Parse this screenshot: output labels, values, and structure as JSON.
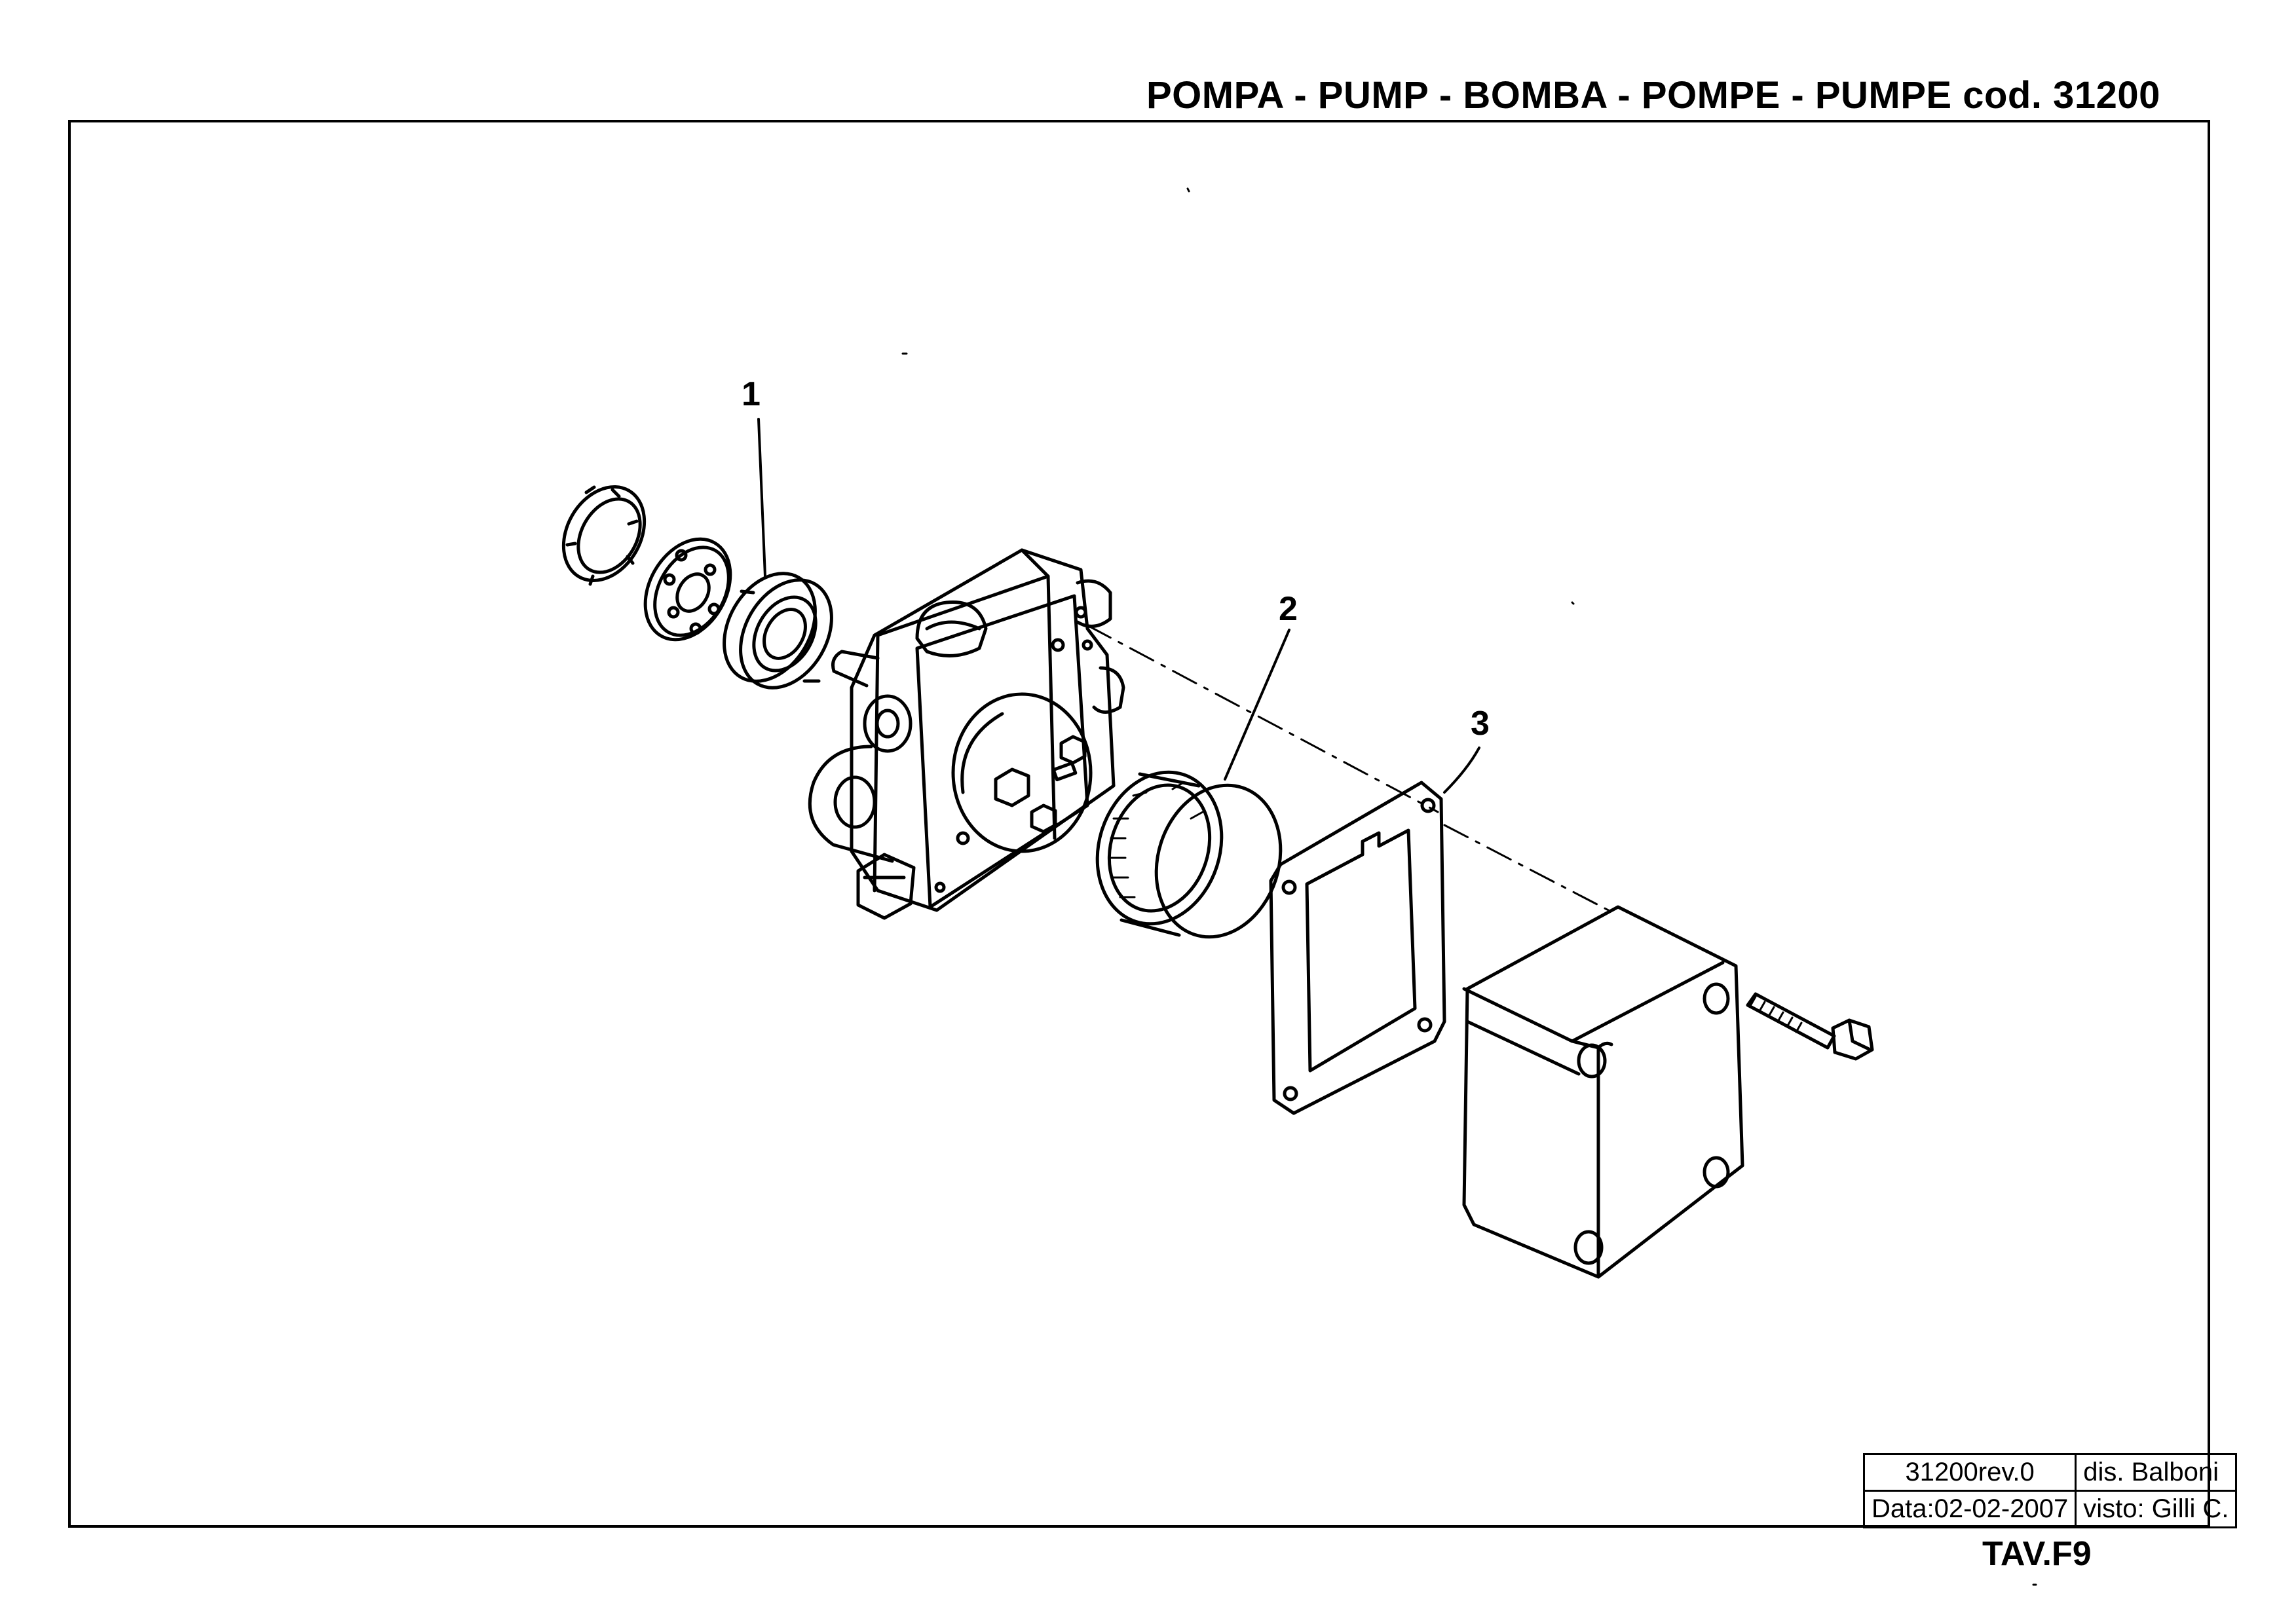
{
  "header": {
    "title": "POMPA - PUMP - BOMBA - POMPE - PUMPE  cod. 31200"
  },
  "callouts": [
    {
      "label": "1"
    },
    {
      "label": "2"
    },
    {
      "label": "3"
    }
  ],
  "title_block": {
    "code_rev": "31200rev.0",
    "drawn_by": "dis. Balboni",
    "date": "Data:02-02-2007",
    "checked_by": "visto: Gilli C."
  },
  "sheet": {
    "number": "TAV.F9"
  }
}
